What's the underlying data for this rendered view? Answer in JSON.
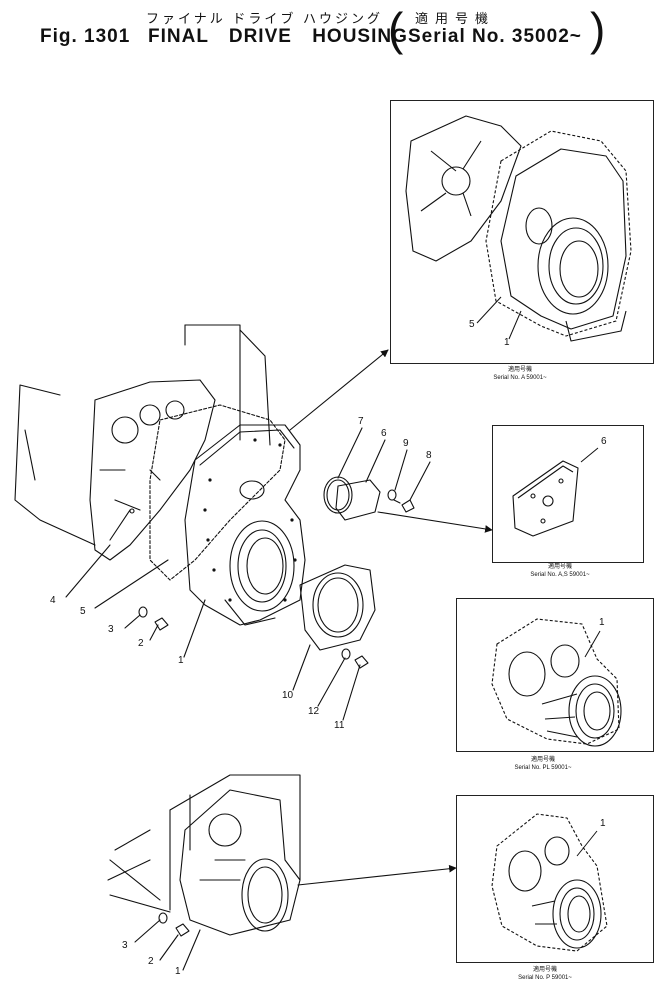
{
  "header": {
    "fig_label": "Fig. 1301",
    "title_jp": "ファイナル ドライブ ハウジング",
    "title_en": "FINAL DRIVE HOUSING",
    "applicable_jp": "適用号機",
    "serial_en": "Serial No. 35002~"
  },
  "callouts": {
    "c1": "1",
    "c2": "2",
    "c3": "3",
    "c4": "4",
    "c5": "5",
    "c6": "6",
    "c7": "7",
    "c8": "8",
    "c9": "9",
    "c10": "10",
    "c11": "11",
    "c12": "12"
  },
  "panels": [
    {
      "jp": "適用号機",
      "serial": "Serial No. A 59001~",
      "labels": [
        "5",
        "1"
      ]
    },
    {
      "jp": "適用号機",
      "serial": "Serial No. A,S 59001~",
      "labels": [
        "6"
      ]
    },
    {
      "jp": "適用号機",
      "serial": "Serial No. PL 59001~",
      "labels": [
        "1"
      ]
    },
    {
      "jp": "適用号機",
      "serial": "Serial No. P 59001~",
      "labels": [
        "1"
      ]
    }
  ]
}
